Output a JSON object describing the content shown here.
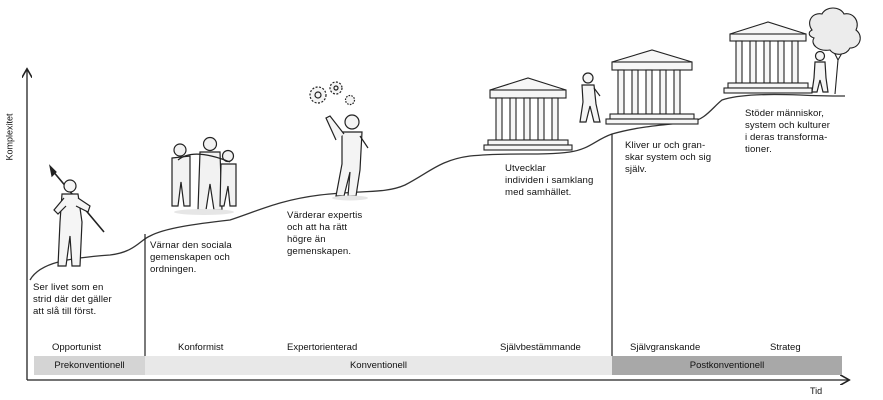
{
  "axes": {
    "y_label": "Komplexitet",
    "x_label": "Tid"
  },
  "stages": [
    {
      "label": "Opportunist",
      "description": "Ser livet som en\nstrid där det gäller\natt slå till först."
    },
    {
      "label": "Konformist",
      "description": "Värnar den sociala\ngemenskapen och\nordningen."
    },
    {
      "label": "Expertorienterad",
      "description": "Värderar expertis\noch att ha rätt\nhögre än\ngemenskapen."
    },
    {
      "label": "Självbestämmande",
      "description": "Utvecklar\nindividen i samklang\nmed samhället."
    },
    {
      "label": "Självgranskande",
      "description": "Kliver ur och gran-\nskar system och sig\nsjälv."
    },
    {
      "label": "Strateg",
      "description": "Stöder människor,\nsystem och kulturer\ni deras transforma-\ntioner."
    }
  ],
  "bands": [
    {
      "label": "Prekonventionell",
      "color": "#d4d4d4"
    },
    {
      "label": "Konventionell",
      "color": "#e8e8e8"
    },
    {
      "label": "Postkonventionell",
      "color": "#a8a8a8"
    }
  ],
  "illustrations": [
    "spear-warrior-icon",
    "group-embrace-icon",
    "gears-thinker-icon",
    "temple-icon",
    "climbing-person-icon",
    "temple-icon",
    "temple-icon",
    "tree-icon"
  ]
}
